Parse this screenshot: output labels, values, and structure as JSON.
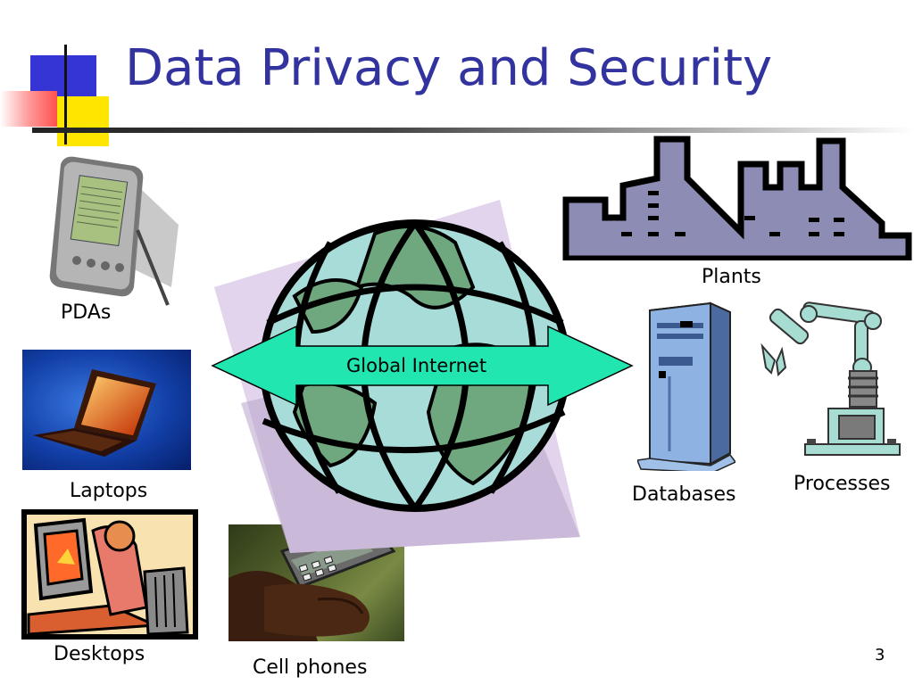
{
  "slide": {
    "title": "Data Privacy and Security",
    "page_number": "3"
  },
  "center": {
    "arrow_label": "Global Internet"
  },
  "items": {
    "pdas": "PDAs",
    "laptops": "Laptops",
    "desktops": "Desktops",
    "cell_phones": "Cell phones",
    "plants": "Plants",
    "databases": "Databases",
    "processes": "Processes"
  },
  "colors": {
    "title": "#3333a0",
    "arrow": "#22e6b0",
    "globe_water": "#a8dcd9",
    "globe_land": "#6fa87f",
    "factory": "#8c8cb4",
    "server": "#7ea4d6",
    "robot": "#a6dcd2"
  }
}
